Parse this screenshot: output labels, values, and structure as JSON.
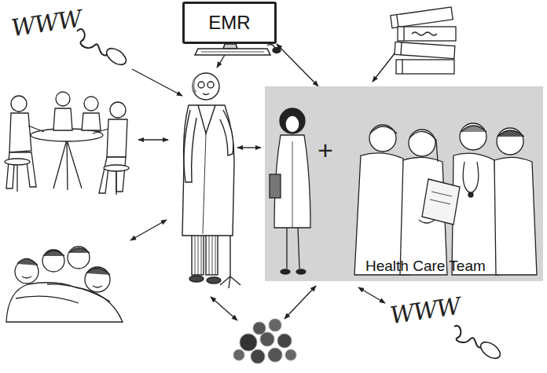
{
  "diagram": {
    "nodes": [
      {
        "text": [
          "EMR"
        ]
      },
      {
        "text": [
          "Health Care Team"
        ]
      }
    ],
    "edges": [
      {
        "from": 0,
        "to": 1,
        "arrow": "both"
      }
    ],
    "labels": [
      "WWW",
      "+",
      "WWW"
    ]
  }
}
